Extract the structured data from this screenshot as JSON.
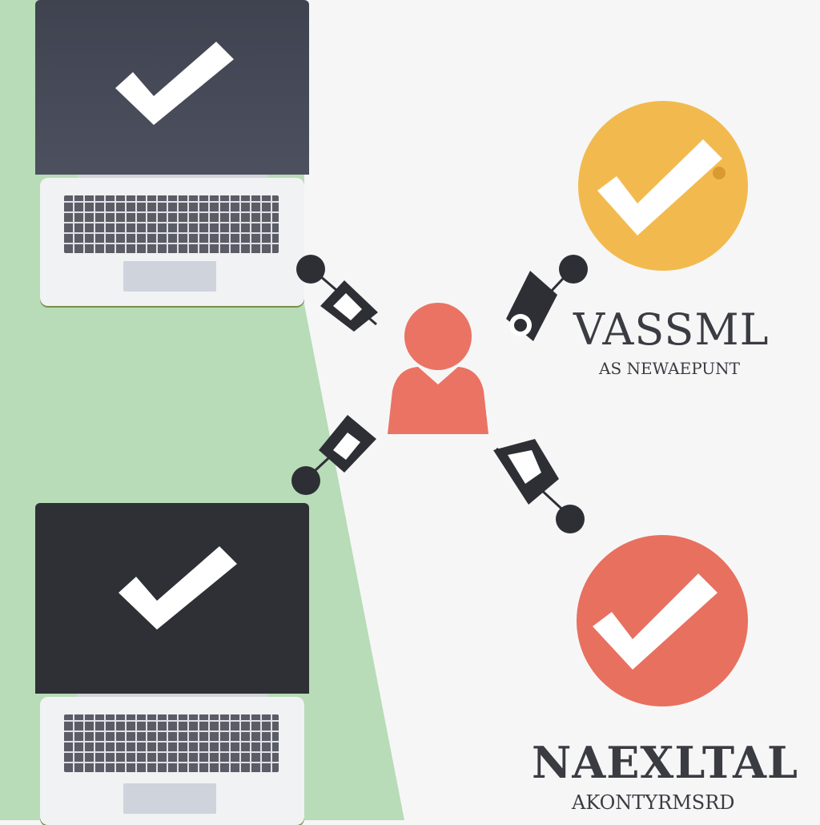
{
  "colors": {
    "green_panel": "#b7dcb7",
    "laptop_screen_top": "#4a4d5a",
    "laptop_screen_bottom": "#2f3239",
    "accept_circle": "#f2ba4e",
    "reject_circle": "#e8705f",
    "user_icon": "#ea7363",
    "dark_dot": "#2d2f35"
  },
  "icons": {
    "laptop_top": "laptop-icon",
    "laptop_bottom": "laptop-icon",
    "check_top_laptop": "check-icon",
    "check_bottom_laptop": "check-icon",
    "check_yellow": "check-icon",
    "check_red": "check-icon",
    "user": "user-icon"
  },
  "labels": {
    "top_title": "VASSML",
    "top_subtitle": "AS NEWAEPUNT",
    "bottom_title": "NAEXLTAL",
    "bottom_subtitle": "AKONTYRMSRD"
  }
}
